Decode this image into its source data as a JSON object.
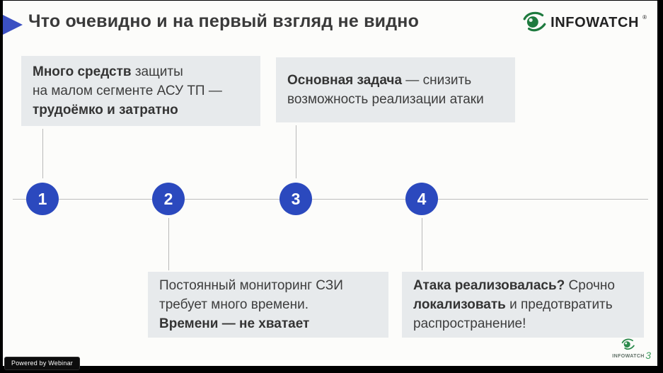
{
  "slide": {
    "title": "Что очевидно и на первый взгляд не видно"
  },
  "logo": {
    "text": "INFOWATCH",
    "trademark": "®",
    "icon": "infowatch-eye-icon"
  },
  "colors": {
    "accent_blue": "#2b49be",
    "arrow_blue": "#3b50c2",
    "box_background": "#e7eaec",
    "brand_green": "#1e7a3e",
    "line_gray": "#bdbdbd",
    "text_dark": "#3a3a3a"
  },
  "timeline": {
    "numbers": [
      "1",
      "2",
      "3",
      "4"
    ],
    "boxes": [
      {
        "id": "1",
        "position": "above-step-1",
        "lines": [
          [
            {
              "t": "Много средств",
              "b": true
            },
            {
              "t": " защиты",
              "b": false
            }
          ],
          [
            {
              "t": "на малом сегменте АСУ ТП —",
              "b": false
            }
          ],
          [
            {
              "t": "трудоёмко и затратно",
              "b": true
            }
          ]
        ]
      },
      {
        "id": "2",
        "position": "above-step-3",
        "lines": [
          [
            {
              "t": "Основная задача",
              "b": true
            },
            {
              "t": " — снизить",
              "b": false
            }
          ],
          [
            {
              "t": "возможность реализации атаки",
              "b": false
            }
          ]
        ]
      },
      {
        "id": "3",
        "position": "below-step-2",
        "lines": [
          [
            {
              "t": "Постоянный мониторинг СЗИ",
              "b": false
            }
          ],
          [
            {
              "t": "требует много времени.",
              "b": false
            }
          ],
          [
            {
              "t": "Времени — не хватает",
              "b": true
            }
          ]
        ]
      },
      {
        "id": "4",
        "position": "below-step-4",
        "lines": [
          [
            {
              "t": "Атака реализовалась?",
              "b": true
            },
            {
              "t": " Срочно",
              "b": false
            }
          ],
          [
            {
              "t": "локализовать",
              "b": true
            },
            {
              "t": " и предотвратить",
              "b": false
            }
          ],
          [
            {
              "t": "распространение!",
              "b": false
            }
          ]
        ]
      }
    ]
  },
  "watermark": {
    "text": "INFOWATCH",
    "page_number": "3"
  },
  "footer": {
    "badge": "Powered by Webinar"
  }
}
